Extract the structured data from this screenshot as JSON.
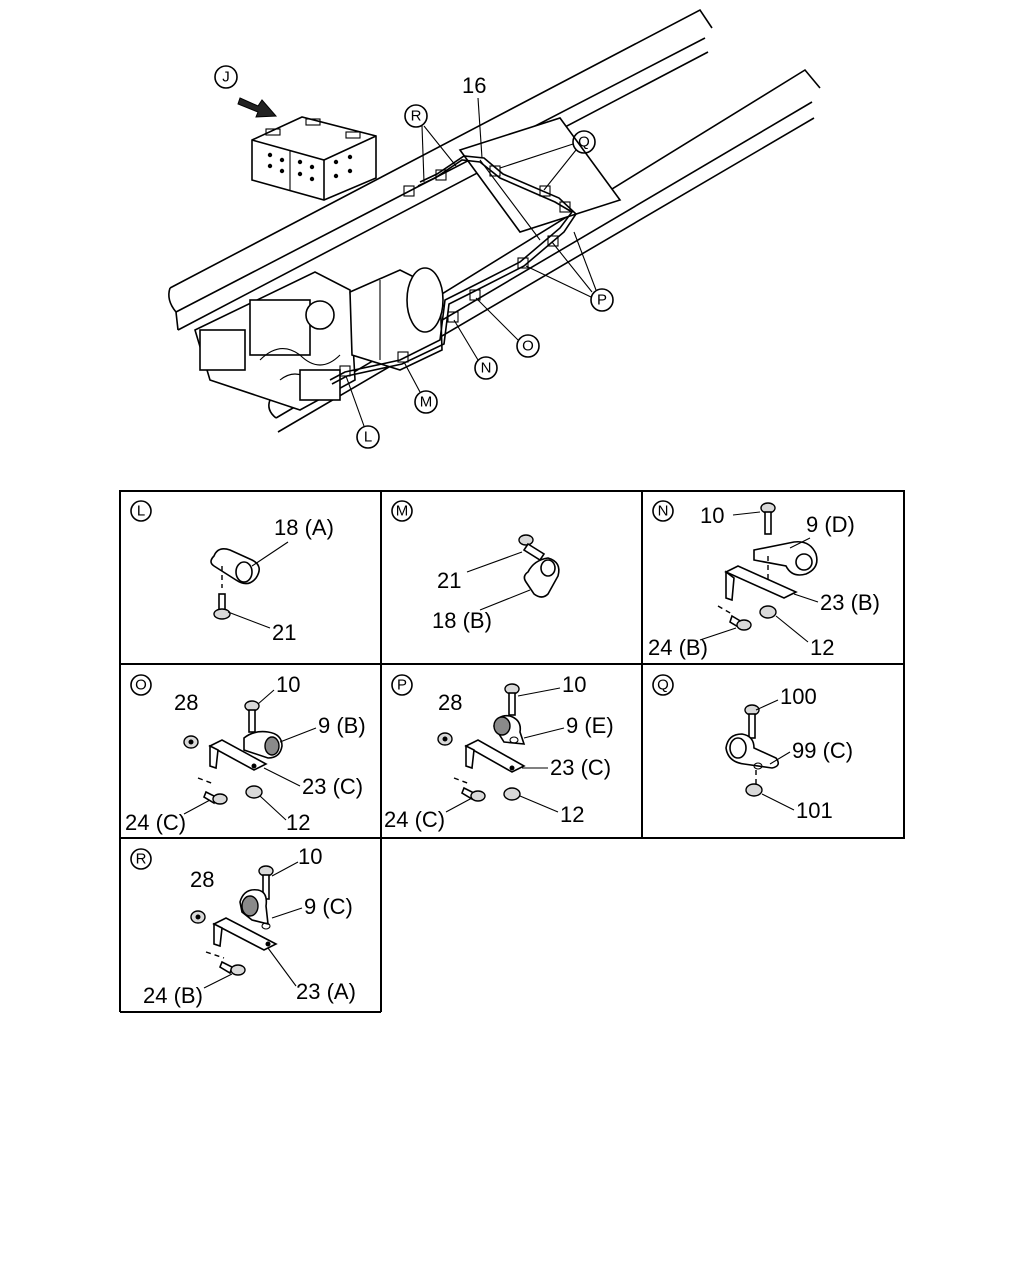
{
  "overview": {
    "view_marker": "J",
    "main_part": "16",
    "callouts": [
      "R",
      "Q",
      "P",
      "O",
      "N",
      "M",
      "L"
    ]
  },
  "panels": {
    "L": {
      "letter": "L",
      "labels": [
        "18 (A)",
        "21"
      ]
    },
    "M": {
      "letter": "M",
      "labels": [
        "21",
        "18 (B)"
      ]
    },
    "N": {
      "letter": "N",
      "labels": [
        "10",
        "9 (D)",
        "23 (B)",
        "24 (B)",
        "12"
      ]
    },
    "O": {
      "letter": "O",
      "labels": [
        "28",
        "10",
        "9 (B)",
        "23 (C)",
        "24 (C)",
        "12"
      ]
    },
    "P": {
      "letter": "P",
      "labels": [
        "28",
        "10",
        "9 (E)",
        "23 (C)",
        "24 (C)",
        "12"
      ]
    },
    "Q": {
      "letter": "Q",
      "labels": [
        "100",
        "99 (C)",
        "101"
      ]
    },
    "R": {
      "letter": "R",
      "labels": [
        "10",
        "28",
        "9 (C)",
        "24 (B)",
        "23 (A)"
      ]
    }
  }
}
